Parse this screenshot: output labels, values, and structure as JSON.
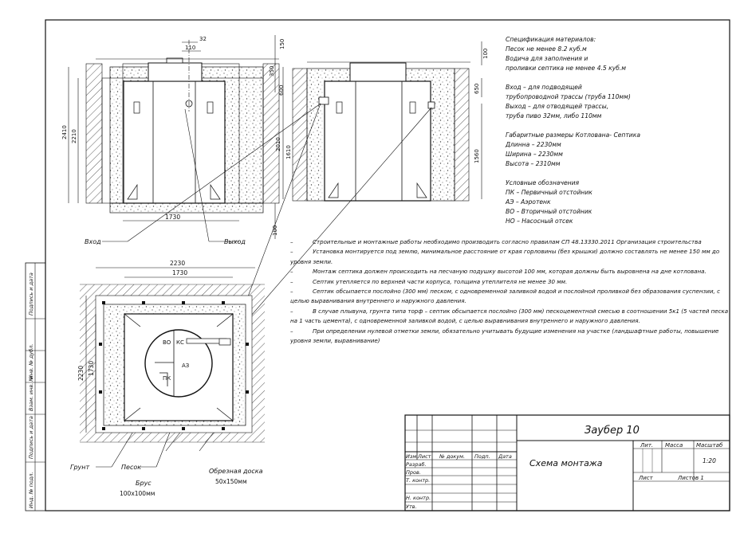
{
  "spec": {
    "lines": [
      "Спецификация материалов:",
      "Песок не менее 8.2 куб.м",
      "Водича для заполнения и",
      "проливки септика не менее 4.5 куб.м",
      "",
      "Вход – для подводящей",
      "трубопроводной трассы (труба 110мм)",
      "Выход – для отводящей трассы,",
      "труба пиво 32мм, либо 110мм",
      "",
      "Габаритные размеры Котлована- Септика",
      "Длинна – 2230мм",
      "Ширина – 2230мм",
      "Высота – 2310мм",
      "",
      "Условные обозначения",
      "ПК – Первичный отстойник",
      "АЭ – Аэротенк",
      "ВО – Вторичный отстойник",
      "НО – Насосный отсек"
    ]
  },
  "notes": [
    "Строительные и монтажные работы необходимо производить согласно правилам СП 48.13330.2011 Организация строительства",
    "Установка монтируется под землю, минимальное расстояние от края горловины (без крышки) должно составлять не менее 150 мм до уровня земли.",
    "Монтаж септика должен происходить на песчаную подушку высотой 100 мм, которая должны быть выровнена на дне котлована.",
    "Септик утепляется по верхней части корпуса, толщина утеплителя не менее 30 мм.",
    "Септик обсыпается послойно (300 мм) песком, с одновременной заливкой водой и послойной проливкой без образования суспензии, с целью выравнивания внутреннего и наружного давления.",
    "В случае плывуна, грунта типа торф – септик обсыпается послойно (300 мм) пескоцементной смесью в соотношении 5к1 (5 частей песка на 1 часть цемента), с одновременной заливкой водой, с целью выравнивания внутреннего и наружного давления.",
    "При определении нулевой отметки земли, обязательно учитывать будущие изменения на участке (ландшафтные работы, повышение уровня земли, выравнивание)"
  ],
  "dims": {
    "top_w1": "32",
    "top_w2": "110",
    "h150": "150",
    "h350": "350",
    "h600": "600",
    "h2410": "2410",
    "h2210": "2210",
    "h2010": "2010",
    "h1610": "1610",
    "h100a": "100",
    "w1730": "1730",
    "h100b": "100",
    "h650": "650",
    "h1560": "1560",
    "plan_w2230": "2230",
    "plan_w1730": "1730",
    "plan_h2230": "2230",
    "plan_h1730": "1730"
  },
  "labels": {
    "inlet": "Вход",
    "outlet": "Выход",
    "vo": "ВО",
    "ks": "КС",
    "az": "АЗ",
    "pk": "ПК",
    "soil": "Грунт",
    "sand": "Песок",
    "beam": "Брус",
    "beam_size": "100х100мм",
    "board": "Обрезная доска",
    "board_size": "50х150мм"
  },
  "side_stamps": [
    "Инд. № подл.",
    "Подпись и дата",
    "Взам. инв. №",
    "Инв. № дубл.",
    "Подпись и дата"
  ],
  "title_block": {
    "product": "Заубер 10",
    "drawing": "Схема монтажа",
    "col_lit": "Лит.",
    "col_mass": "Масса",
    "col_scale": "Масштаб",
    "scale": "1:20",
    "sheet": "Лист",
    "sheets": "Листов 1",
    "hdr": [
      "Изм.",
      "Лист",
      "№ докум.",
      "Подп.",
      "Дата"
    ],
    "roles": [
      "Разраб.",
      "Пров.",
      "Т. контр.",
      "",
      "Н. контр.",
      "Утв."
    ]
  }
}
